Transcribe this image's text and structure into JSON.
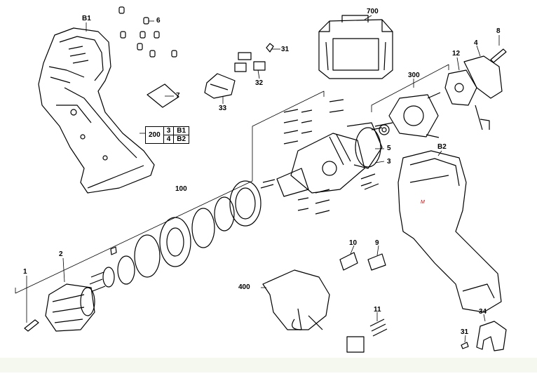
{
  "labels": {
    "B1": "B1",
    "l6": "6",
    "l7": "7",
    "l700": "700",
    "l8": "8",
    "l4": "4",
    "l12": "12",
    "l31a": "31",
    "l32": "32",
    "l33": "33",
    "l300": "300",
    "l5": "5",
    "l3": "3",
    "B2": "B2",
    "l100": "100",
    "l2": "2",
    "l1": "1",
    "l10": "10",
    "l9": "9",
    "l400": "400",
    "l11": "11",
    "l34": "34",
    "l31b": "31"
  },
  "assembly_table": {
    "id": "200",
    "rows": [
      {
        "left": "3",
        "right": "B1"
      },
      {
        "left": "4",
        "right": "B2"
      }
    ]
  },
  "colors": {
    "line": "#000000",
    "footer": "#f4f8ee"
  }
}
